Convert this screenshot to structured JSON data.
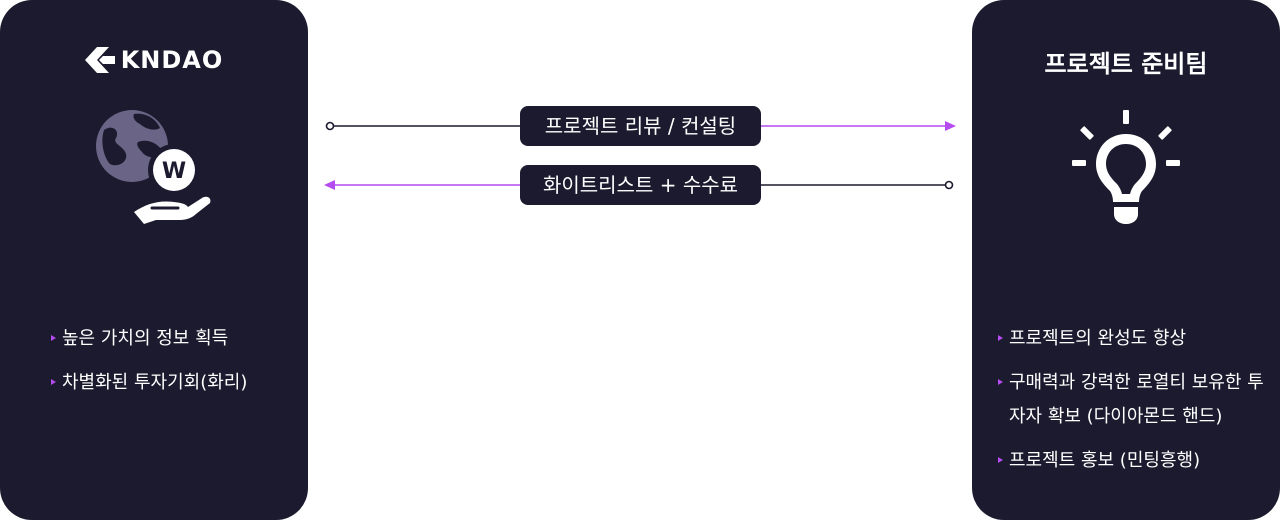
{
  "left_panel": {
    "logo_text": "KNDAO",
    "icon": "globe-hand-coin-icon",
    "coin_letter": "W",
    "bullets": [
      "높은 가치의 정보 획득",
      "차별화된 투자기회(화리)"
    ]
  },
  "right_panel": {
    "title": "프로젝트 준비팀",
    "icon": "lightbulb-icon",
    "bullets": [
      "프로젝트의 완성도 향상",
      "구매력과 강력한 로열티 보유한 투자자 확보 (다이아몬드 핸드)",
      "프로젝트 홍보 (민팅흥행)"
    ]
  },
  "flows": [
    {
      "label": "프로젝트 리뷰 / 컨설팅",
      "direction": "left-to-right"
    },
    {
      "label": "화이트리스트 + 수수료",
      "direction": "right-to-left"
    }
  ],
  "colors": {
    "panel_bg": "#1c1a2e",
    "accent": "#b44cf0",
    "icon_muted": "#6a6486"
  }
}
